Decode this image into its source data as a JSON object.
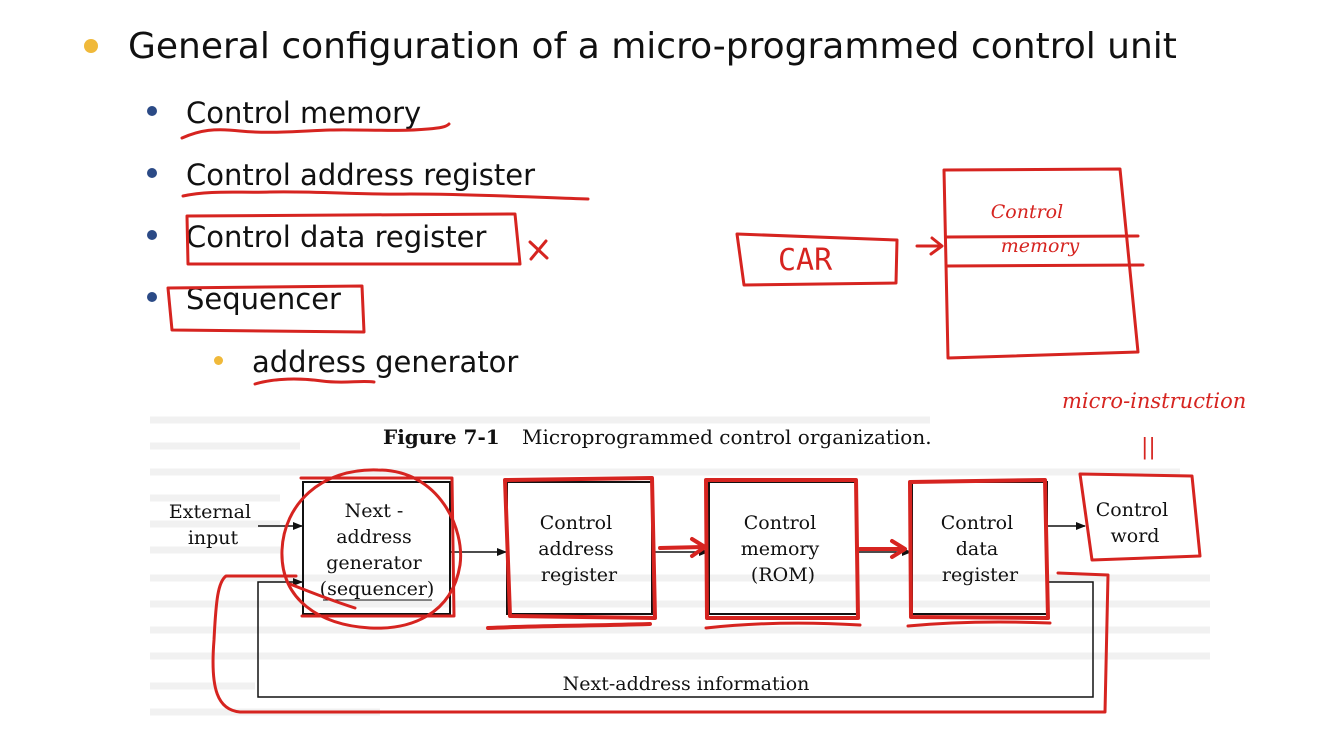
{
  "slide": {
    "heading": "General configuration of a micro-programmed control unit",
    "bullets": [
      {
        "label": "Control memory"
      },
      {
        "label": "Control address register"
      },
      {
        "label": "Control data register"
      },
      {
        "label": "Sequencer"
      }
    ],
    "sub_bullet": "address generator",
    "colors": {
      "primary_bullet": "#f0b93a",
      "secondary_bullet": "#2b4a86",
      "annotation_ink": "#d62420"
    }
  },
  "figure": {
    "caption_number": "Figure 7-1",
    "caption_text": "Microprogrammed control organization.",
    "external_input": [
      "External",
      "input"
    ],
    "blocks": {
      "sequencer": [
        "Next -",
        "address",
        "generator",
        "(sequencer)"
      ],
      "car": [
        "Control",
        "address",
        "register"
      ],
      "memory": [
        "Control",
        "memory",
        "(ROM)"
      ],
      "cdr": [
        "Control",
        "data",
        "register"
      ],
      "word": [
        "Control",
        "word"
      ]
    },
    "feedback_label": "Next-address information"
  },
  "annotations": {
    "cross_mark": "x",
    "car_box": "CAR",
    "memory_box": [
      "Control",
      "memory"
    ],
    "micro_instruction": "micro-instruction",
    "equals_mark": "||"
  }
}
